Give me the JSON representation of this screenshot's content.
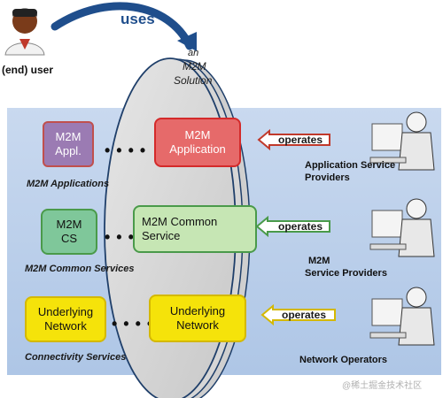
{
  "actor": {
    "label": "(end) user"
  },
  "uses_label": "uses",
  "solution": {
    "line1": "an",
    "line2": "M2M",
    "line3": "Solution"
  },
  "layers": [
    {
      "left_line1": "M2M",
      "left_line2": "Appl.",
      "right_line1": "M2M",
      "right_line2": "Application",
      "caption": "M2M Applications",
      "color": "#c0504d"
    },
    {
      "left_line1": "M2M",
      "left_line2": "CS",
      "right_line1": "M2M Common",
      "right_line2": "Service",
      "caption": "M2M Common Services",
      "color": "#4a9a4a"
    },
    {
      "left_line1": "Underlying",
      "left_line2": "Network",
      "right_line1": "Underlying",
      "right_line2": "Network",
      "caption": "Connectivity Services",
      "color": "#d4b800"
    }
  ],
  "dots": "• • • •",
  "operates_label": "operates",
  "roles": [
    {
      "line1": "Application Service",
      "line2": "Providers"
    },
    {
      "line1": "M2M",
      "line2": "Service Providers"
    },
    {
      "line1": "Network Operators",
      "line2": ""
    }
  ],
  "watermark": "@稀土掘金技术社区",
  "colors": {
    "panel": "#b7cde8",
    "ellipse": "#d9d9d9",
    "accent": "#1f4e8c"
  }
}
